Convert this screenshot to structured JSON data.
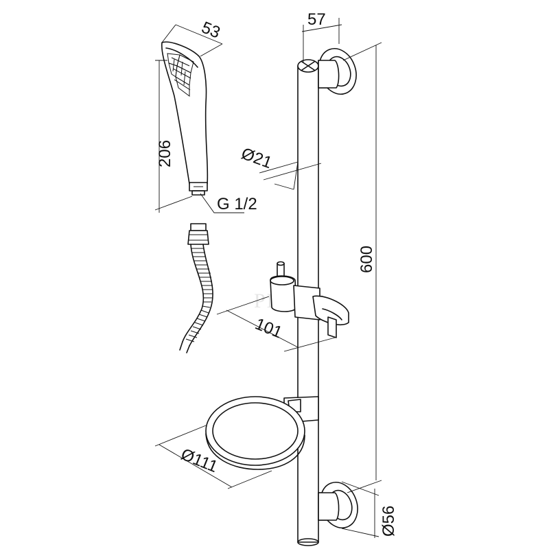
{
  "diagram": {
    "labels": {
      "head_width": "53",
      "rail_offset": "57",
      "head_length": "206",
      "tube_diameter": "Ø21",
      "thread": "G 1/2",
      "rail_length": "600",
      "holder_depth": "101",
      "ring_diameter": "Ø111",
      "bracket_diameter": "Ø56"
    },
    "watermark": "PLEGO"
  }
}
